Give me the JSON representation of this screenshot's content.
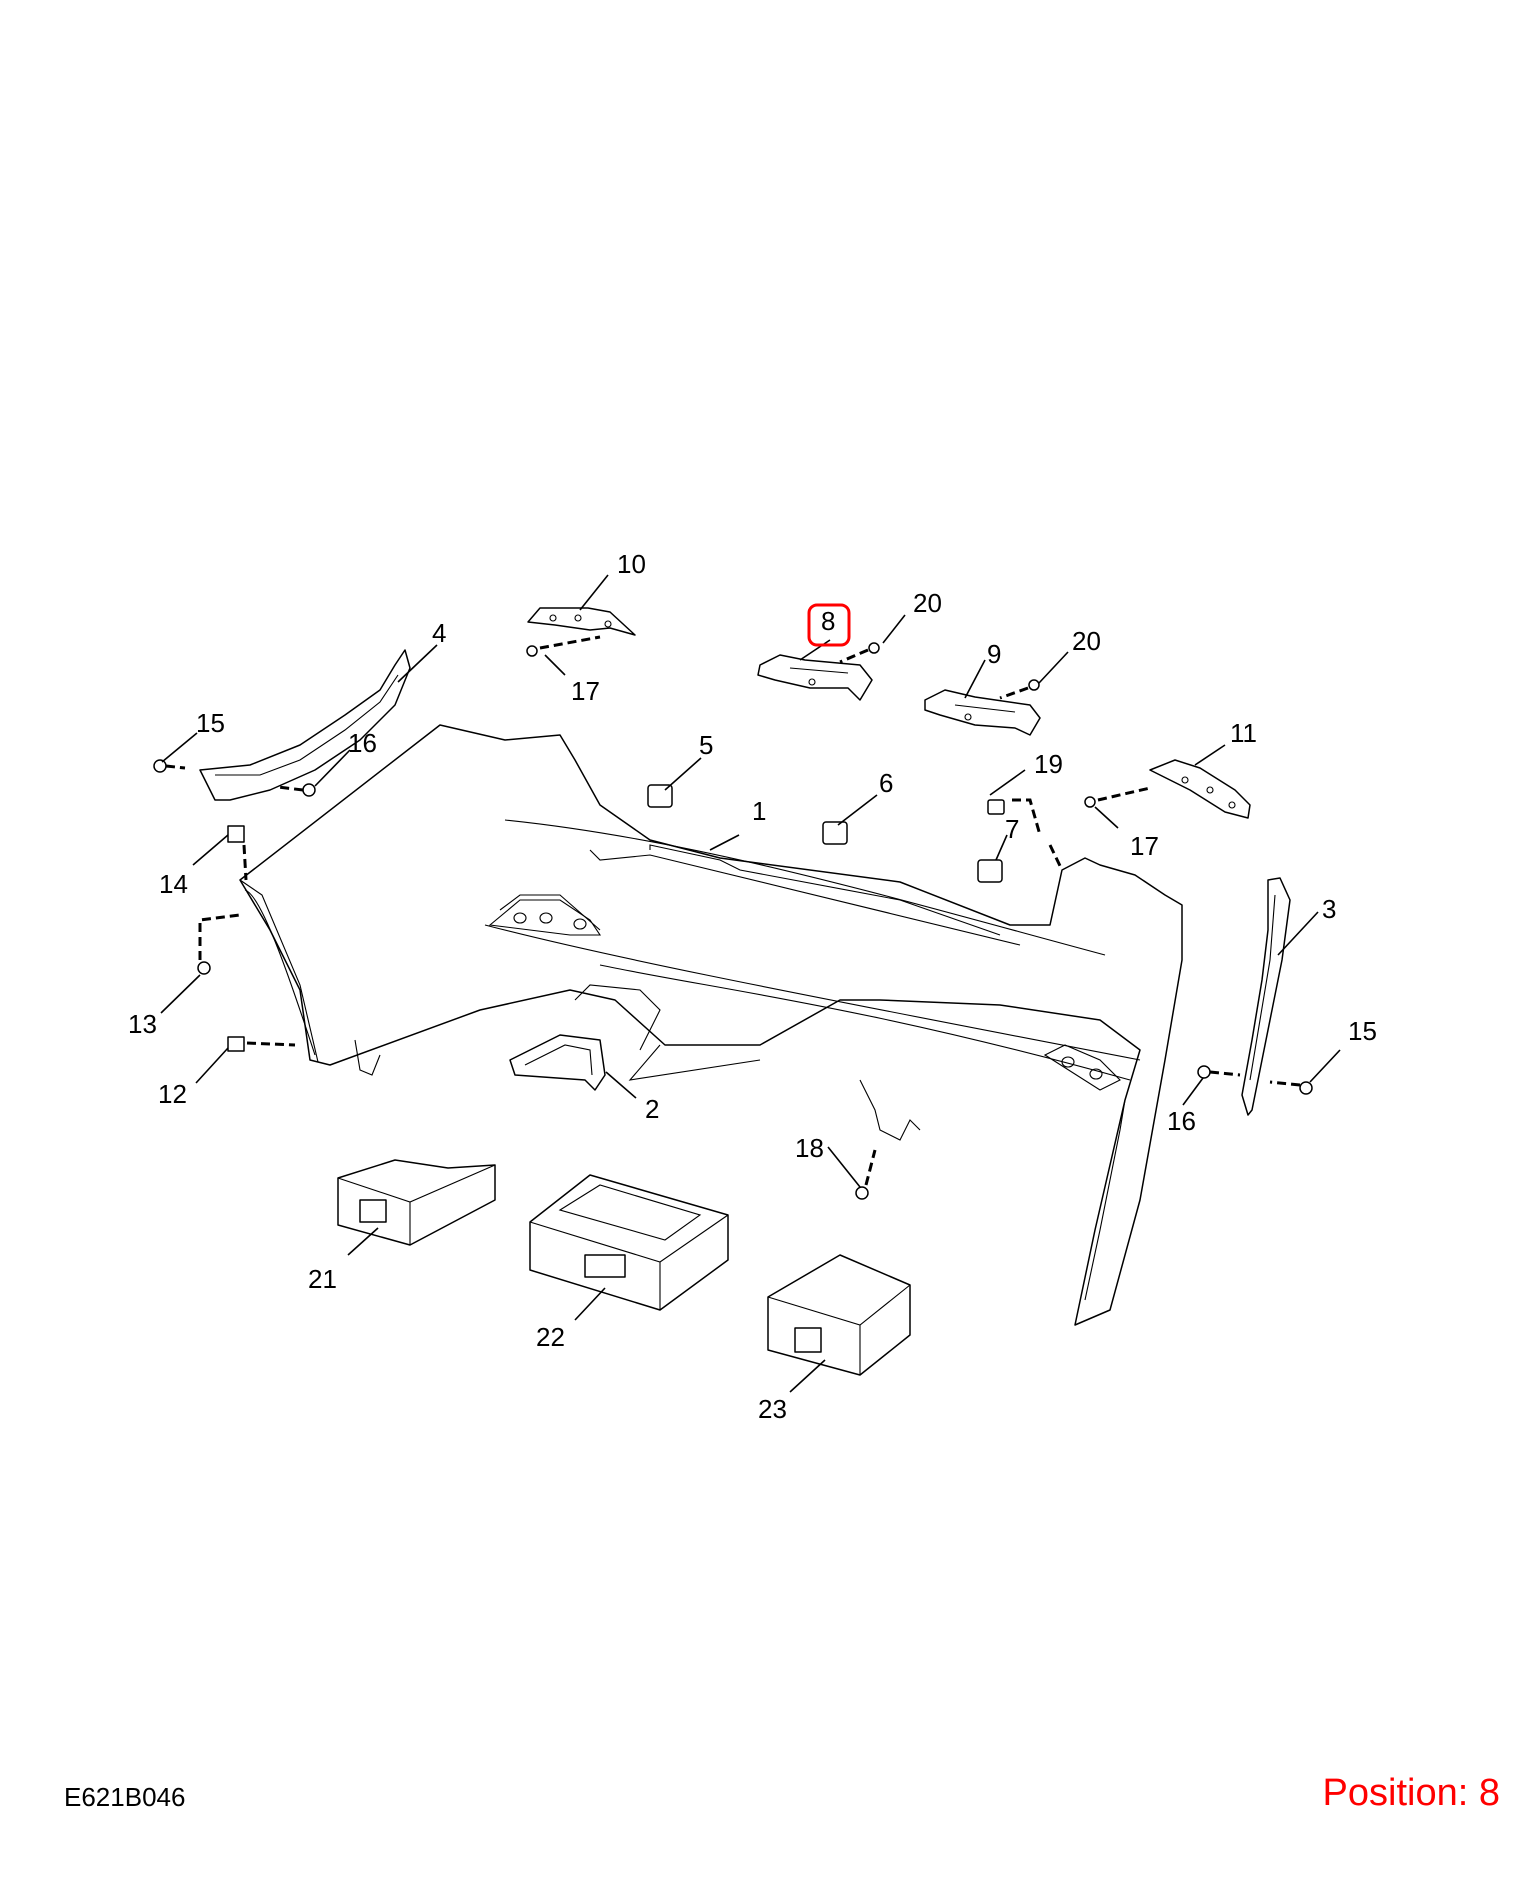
{
  "diagram": {
    "code": "E621B046",
    "position_label": "Position: 8",
    "highlight_color": "#ff0000",
    "highlighted_callout": "8",
    "callouts": [
      "1",
      "2",
      "3",
      "4",
      "5",
      "6",
      "7",
      "8",
      "9",
      "10",
      "11",
      "12",
      "13",
      "14",
      "15",
      "15",
      "16",
      "16",
      "17",
      "17",
      "18",
      "19",
      "20",
      "20",
      "21",
      "22",
      "23"
    ]
  }
}
